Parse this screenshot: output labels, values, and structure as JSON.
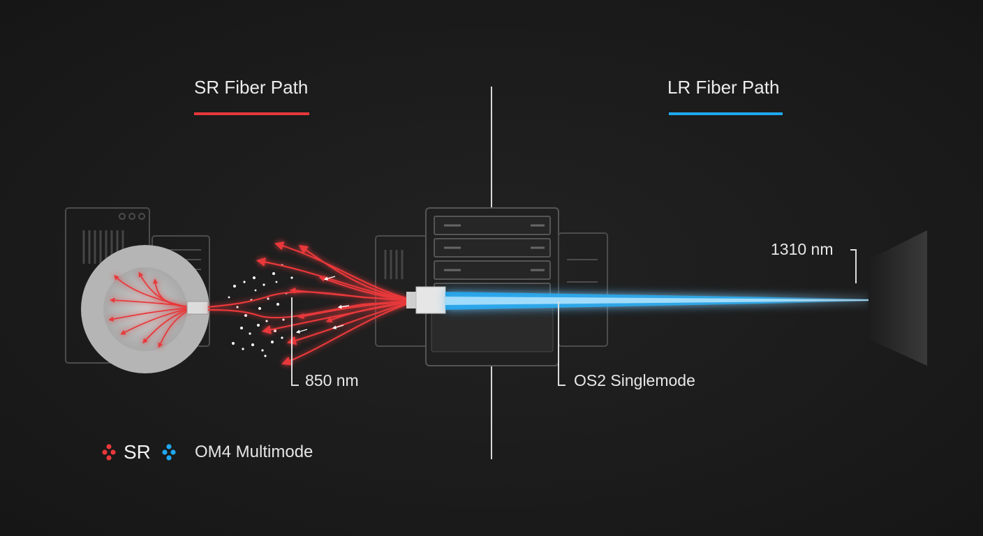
{
  "titles": {
    "left": "SR Fiber Path",
    "right": "LR Fiber Path"
  },
  "labels": {
    "sr_wavelength": "850 nm",
    "lr_wavelength": "1310 nm",
    "lr_fiber": "OS2 Singlemode"
  },
  "legend": {
    "sr_label": "SR",
    "multimode_label": "OM4 Multimode"
  },
  "colors": {
    "sr_red": "#e8383a",
    "lr_blue": "#1fa8f0",
    "background": "#1c1c1c",
    "outline": "#555555"
  },
  "icons": {
    "sr_legend": "red-dots-icon",
    "mm_legend": "blue-dots-icon"
  }
}
